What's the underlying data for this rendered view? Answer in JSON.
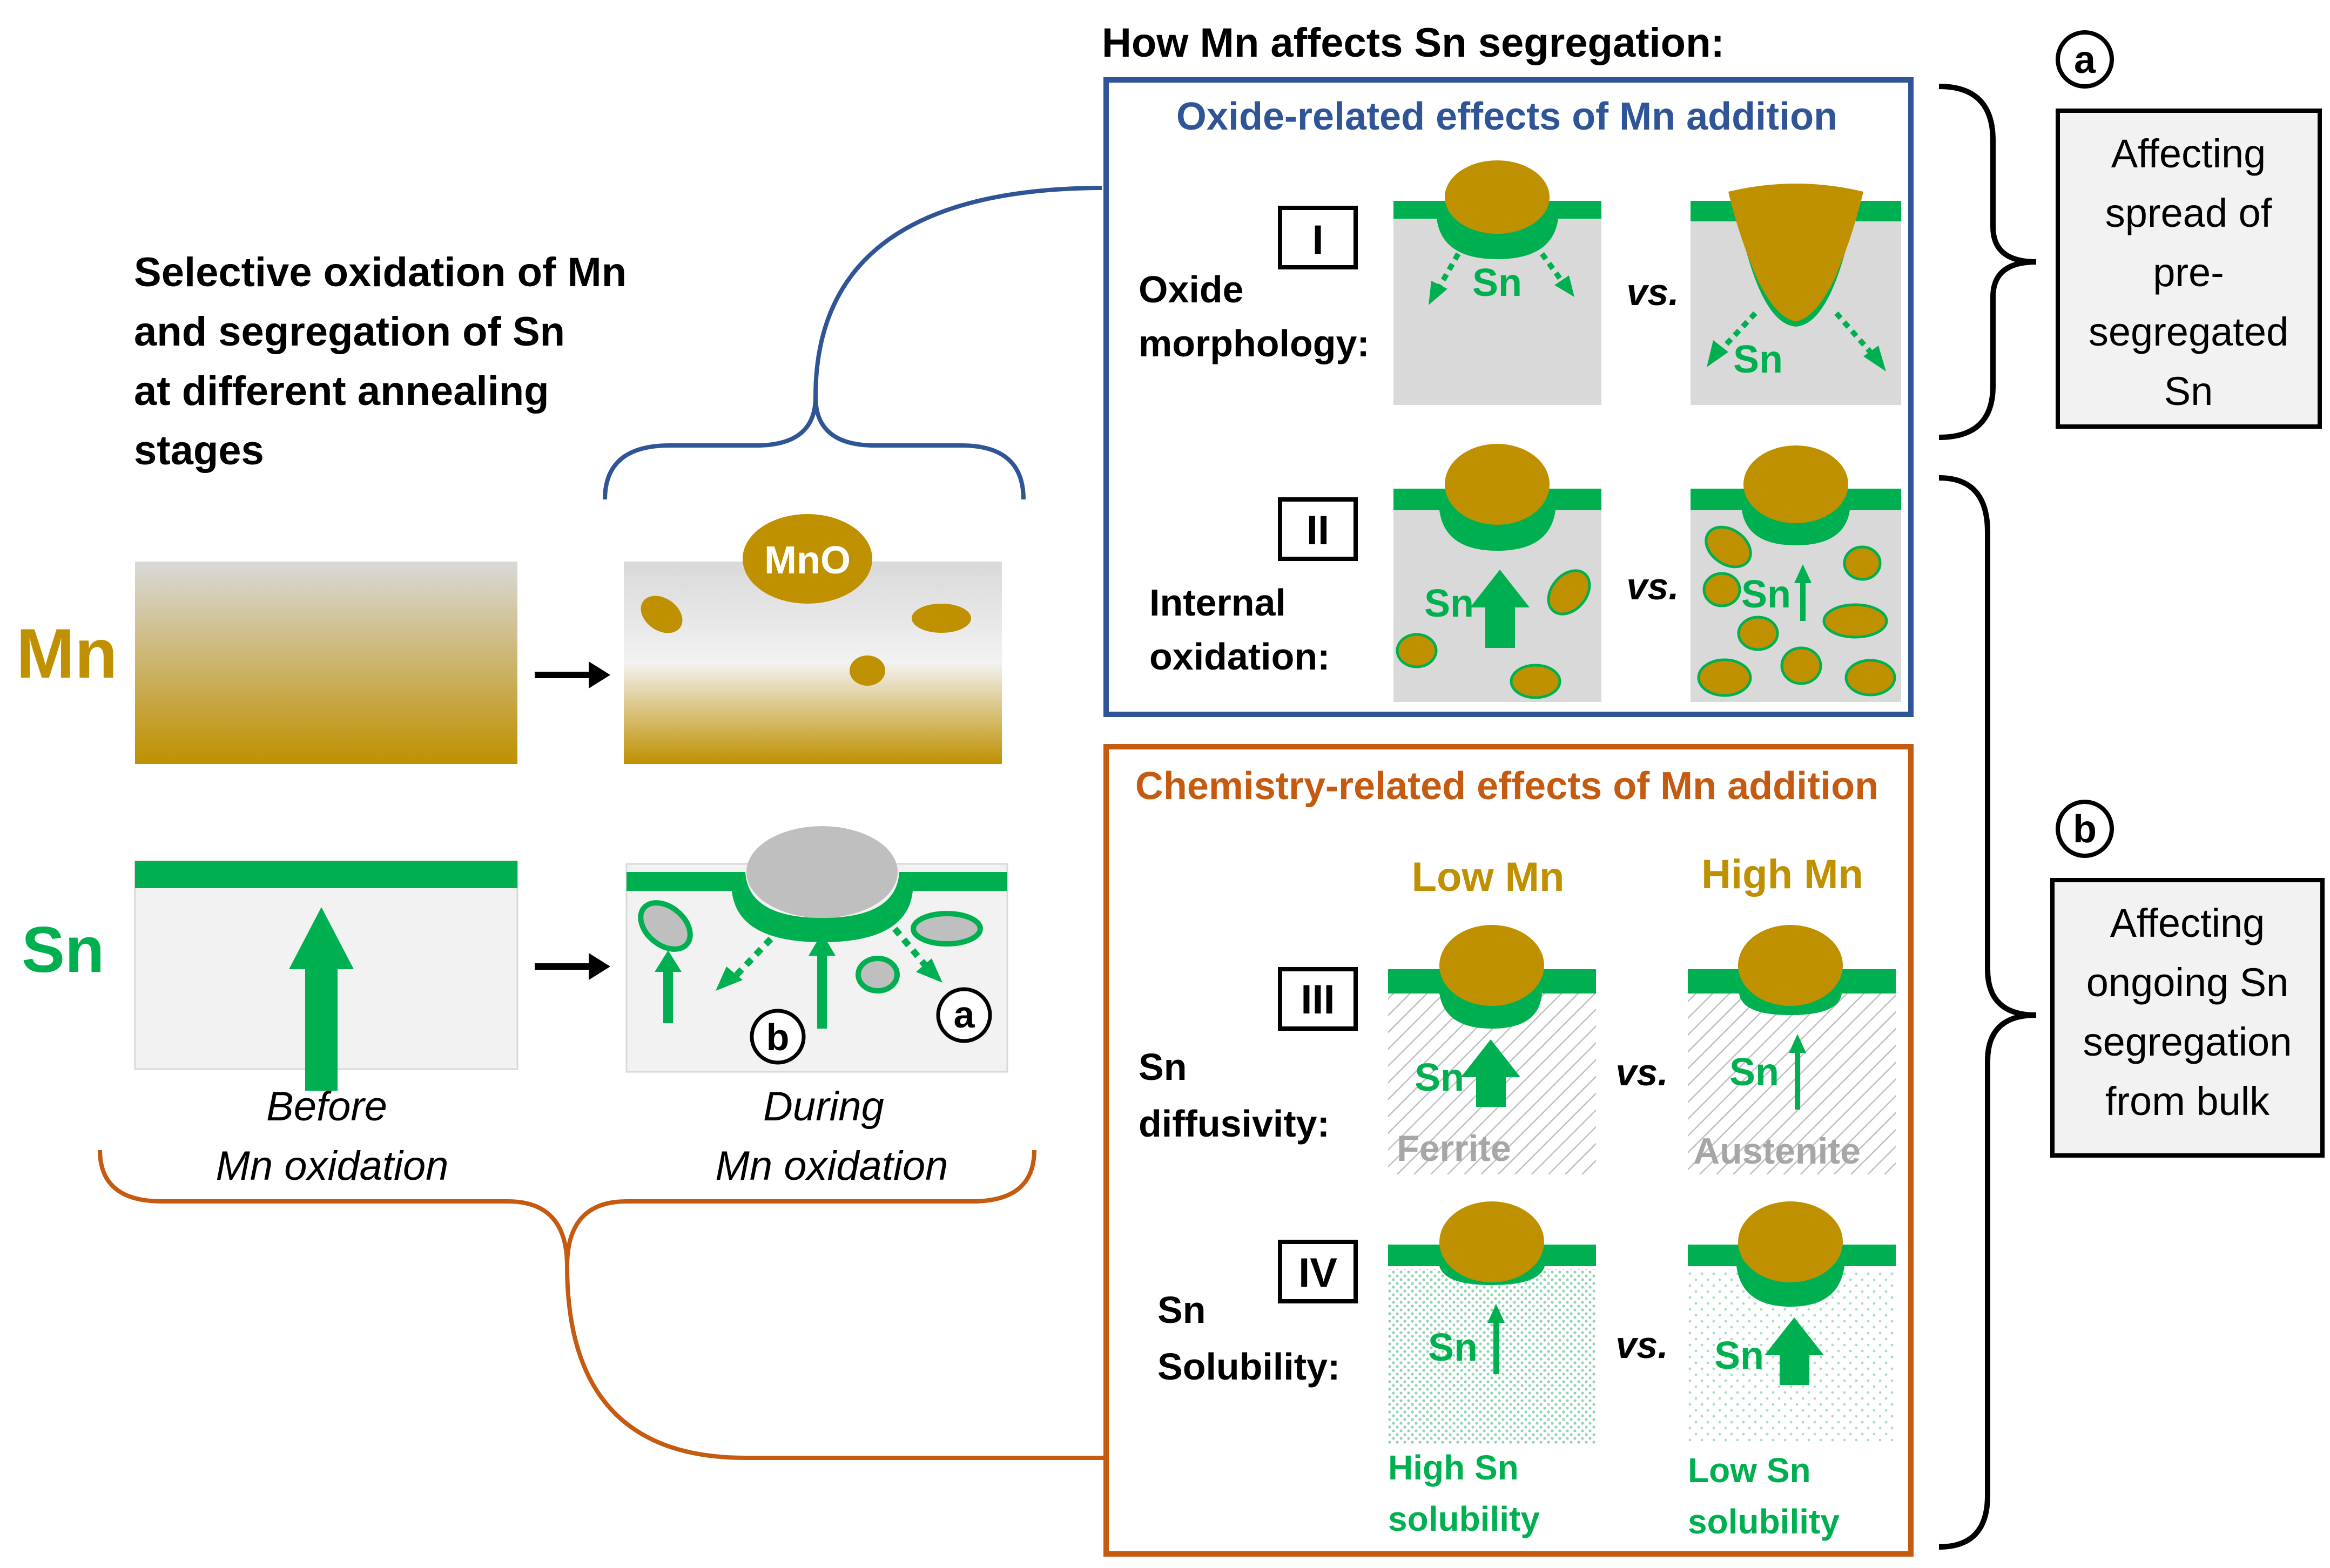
{
  "colors": {
    "tan": "#BF9000",
    "green": "#00B050",
    "blue_frame": "#2F5597",
    "orange_frame": "#C55A11",
    "gray_bg": "#D9D9D9",
    "light_bg": "#F2F2F2",
    "black": "#000000"
  },
  "left": {
    "title_lines": [
      "Selective oxidation of Mn",
      "and segregation of Sn",
      "at different annealing",
      "stages"
    ],
    "row_mn_label": "Mn",
    "row_sn_label": "Sn",
    "mno_label": "MnO",
    "marker_a": "a",
    "marker_b": "b",
    "caption_before": [
      "Before",
      "Mn oxidation"
    ],
    "caption_during": [
      "During",
      "Mn oxidation"
    ]
  },
  "right": {
    "heading": "How Mn affects Sn segregation:",
    "oxide_box": {
      "title": "Oxide-related effects of Mn addition",
      "row1": {
        "numeral": "I",
        "label_lines": [
          "Oxide",
          "morphology:"
        ],
        "sn": "Sn",
        "vs": "vs."
      },
      "row2": {
        "numeral": "II",
        "label_lines": [
          "Internal",
          "oxidation:"
        ],
        "sn": "Sn",
        "vs": "vs."
      }
    },
    "chem_box": {
      "title": "Chemistry-related effects of Mn addition",
      "col_low": "Low Mn",
      "col_high": "High Mn",
      "row3": {
        "numeral": "III",
        "label_lines": [
          "Sn",
          "diffusivity:"
        ],
        "sn": "Sn",
        "vs": "vs.",
        "left_phase": "Ferrite",
        "right_phase": "Austenite"
      },
      "row4": {
        "numeral": "IV",
        "label_lines": [
          "Sn",
          "Solubility:"
        ],
        "sn": "Sn",
        "vs": "vs.",
        "left_caption": [
          "High Sn",
          "solubility"
        ],
        "right_caption": [
          "Low Sn",
          "solubility"
        ]
      }
    },
    "side_a": {
      "marker": "a",
      "lines": [
        "Affecting",
        "spread of",
        "pre-",
        "segregated",
        "Sn"
      ]
    },
    "side_b": {
      "marker": "b",
      "lines": [
        "Affecting",
        "ongoing Sn",
        "segregation",
        "from bulk"
      ]
    }
  }
}
